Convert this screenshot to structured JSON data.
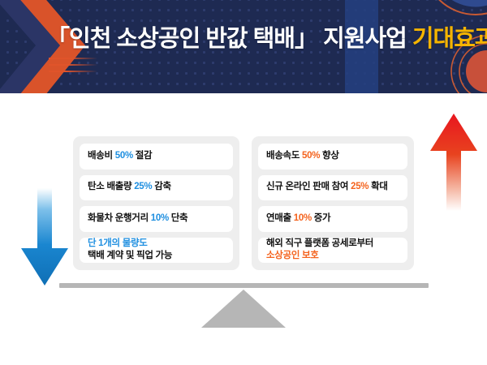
{
  "header": {
    "title_bracket_open": "「",
    "title_main": "인천 소상공인 반값 택배",
    "title_bracket_close": "」",
    "title_mid": "지원사업",
    "title_accent": "기대효과",
    "colors": {
      "background": "#1e2a52",
      "band": "#254080",
      "accent_yellow": "#f5b400",
      "underline_orange": "#e0542a",
      "chevron_navy": "#2b3566",
      "chevron_orange": "#e0542a"
    }
  },
  "body": {
    "colors": {
      "panel_bg": "#eeeeee",
      "card_bg": "#ffffff",
      "blue": "#1f8fe0",
      "orange": "#f4631e",
      "beam_grey": "#b6b6b6",
      "arrow_blue": "#1a86d0",
      "arrow_red": "#e8161f"
    },
    "panels": [
      {
        "side": "left",
        "accent": "blue",
        "cards": [
          {
            "lines": [
              {
                "parts": [
                  {
                    "text": "배송비 ",
                    "style": "plain"
                  },
                  {
                    "text": "50%",
                    "style": "num-blue"
                  },
                  {
                    "text": " 절감",
                    "style": "plain"
                  }
                ]
              }
            ]
          },
          {
            "lines": [
              {
                "parts": [
                  {
                    "text": "탄소 배출량 ",
                    "style": "plain"
                  },
                  {
                    "text": "25%",
                    "style": "num-blue"
                  },
                  {
                    "text": " 감축",
                    "style": "plain"
                  }
                ]
              }
            ]
          },
          {
            "lines": [
              {
                "parts": [
                  {
                    "text": "화물차 운행거리 ",
                    "style": "plain"
                  },
                  {
                    "text": "10%",
                    "style": "num-blue"
                  },
                  {
                    "text": " 단축",
                    "style": "plain"
                  }
                ]
              }
            ]
          },
          {
            "lines": [
              {
                "parts": [
                  {
                    "text": "단 1개의 물량도",
                    "style": "txt-blue"
                  }
                ]
              },
              {
                "parts": [
                  {
                    "text": "택배 계약 및 픽업 가능",
                    "style": "plain"
                  }
                ]
              }
            ]
          }
        ]
      },
      {
        "side": "right",
        "accent": "orange",
        "cards": [
          {
            "lines": [
              {
                "parts": [
                  {
                    "text": "배송속도 ",
                    "style": "plain"
                  },
                  {
                    "text": "50%",
                    "style": "num-orange"
                  },
                  {
                    "text": " 향상",
                    "style": "plain"
                  }
                ]
              }
            ]
          },
          {
            "lines": [
              {
                "parts": [
                  {
                    "text": "신규 온라인 판매 참여 ",
                    "style": "plain"
                  },
                  {
                    "text": "25%",
                    "style": "num-orange"
                  },
                  {
                    "text": " 확대",
                    "style": "plain"
                  }
                ]
              }
            ]
          },
          {
            "lines": [
              {
                "parts": [
                  {
                    "text": "연매출 ",
                    "style": "plain"
                  },
                  {
                    "text": "10%",
                    "style": "num-orange"
                  },
                  {
                    "text": " 증가",
                    "style": "plain"
                  }
                ]
              }
            ]
          },
          {
            "lines": [
              {
                "parts": [
                  {
                    "text": "해외 직구 플랫폼 공세로부터",
                    "style": "plain"
                  }
                ]
              },
              {
                "parts": [
                  {
                    "text": "소상공인 보호",
                    "style": "txt-orange"
                  }
                ]
              }
            ]
          }
        ]
      }
    ],
    "icons": {
      "arrow_down": "arrow-down-icon",
      "arrow_up": "arrow-up-icon",
      "fulcrum": "triangle-fulcrum-icon",
      "beam": "balance-beam-icon"
    }
  }
}
